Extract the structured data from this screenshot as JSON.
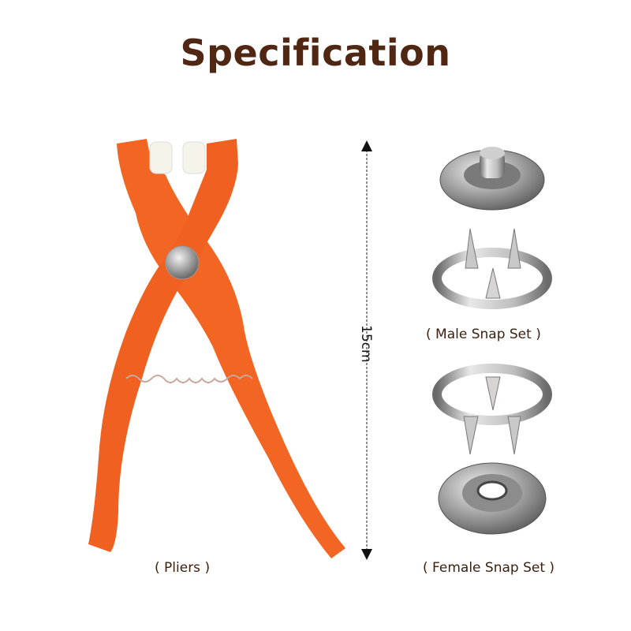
{
  "title": "Specification",
  "dimension": {
    "label": "15cm",
    "orientation": "vertical"
  },
  "items": [
    {
      "name": "pliers",
      "caption": "( Pliers )",
      "color": "#f26522"
    },
    {
      "name": "male-snap-set",
      "caption": "( Male Snap Set )"
    },
    {
      "name": "female-snap-set",
      "caption": "( Female Snap Set )"
    }
  ],
  "colors": {
    "title": "#4f2712",
    "pliers": "#f26522",
    "metal": "#9a9a9a",
    "background": "#ffffff"
  }
}
